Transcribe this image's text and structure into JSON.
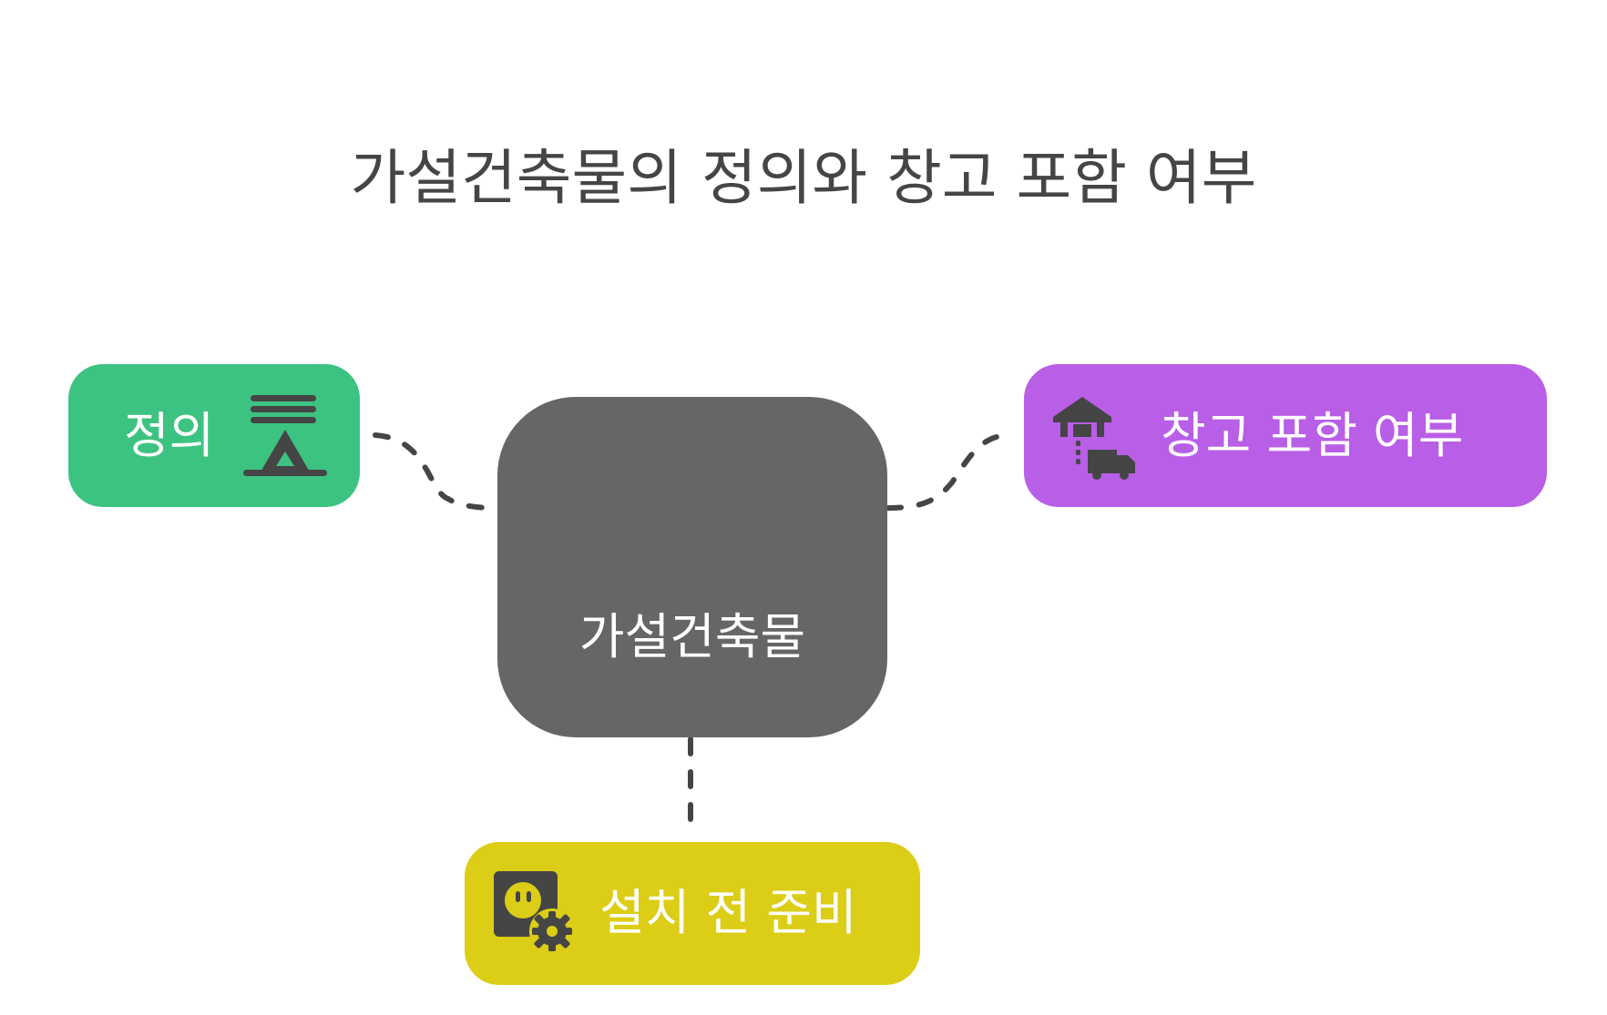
{
  "title": "가설건축물의 정의와 창고 포함 여부",
  "nodes": {
    "center": {
      "label": "가설건축물",
      "color": "#666666"
    },
    "definition": {
      "label": "정의",
      "color": "#3dc381",
      "icon": "tent-icon"
    },
    "warehouse": {
      "label": "창고 포함 여부",
      "color": "#b95ee6",
      "icon": "warehouse-truck-icon"
    },
    "preparation": {
      "label": "설치 전 준비",
      "color": "#dccd16",
      "icon": "socket-gear-icon"
    }
  },
  "colors": {
    "connector": "#454545",
    "icon": "#454545",
    "text": "#ffffff",
    "title": "#454545"
  }
}
